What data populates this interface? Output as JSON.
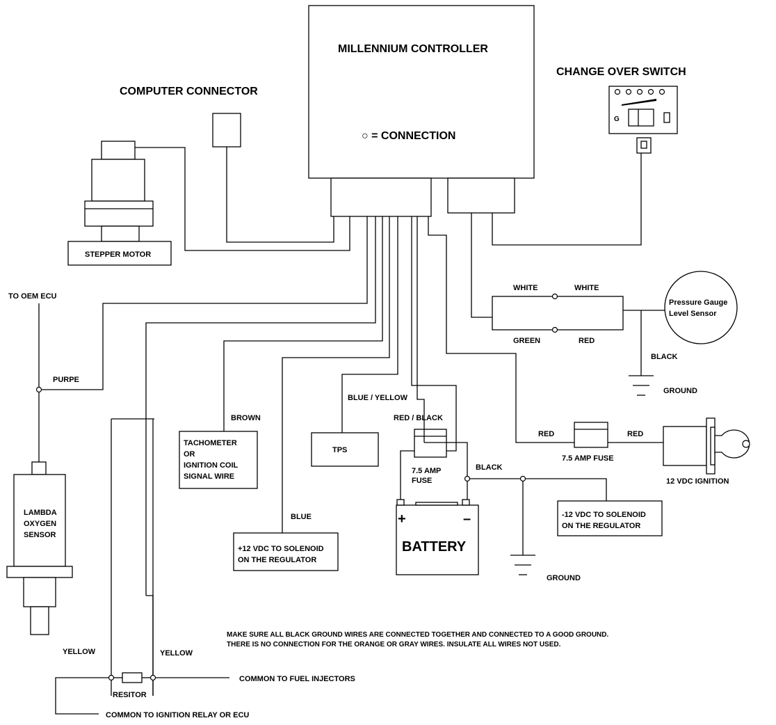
{
  "controller": {
    "title": "MILLENNIUM CONTROLLER",
    "legend": "○ = CONNECTION"
  },
  "computer_connector": {
    "title": "COMPUTER CONNECTOR"
  },
  "change_over_switch": {
    "title": "CHANGE OVER SWITCH",
    "ground_mark": "G"
  },
  "stepper_motor": {
    "label": "STEPPER MOTOR"
  },
  "oem": {
    "label": "TO OEM ECU"
  },
  "wires": {
    "purple": "PURPE",
    "brown": "BROWN",
    "blue": "BLUE",
    "blue_yellow": "BLUE / YELLOW",
    "red_black": "RED / BLACK",
    "black_battery": "BLACK",
    "red_left": "RED",
    "red_right": "RED",
    "white_left": "WHITE",
    "white_right": "WHITE",
    "green": "GREEN",
    "red_gauge": "RED",
    "black_gauge": "BLACK",
    "yellow_left": "YELLOW",
    "yellow_right": "YELLOW"
  },
  "lambda": {
    "line1": "LAMBDA",
    "line2": "OXYGEN",
    "line3": "SENSOR"
  },
  "tachometer": {
    "line1": "TACHOMETER",
    "line2": "OR",
    "line3": "IGNITION COIL",
    "line4": "SIGNAL WIRE"
  },
  "tps": {
    "label": "TPS"
  },
  "plus_solenoid": {
    "line1": "+12 VDC TO SOLENOID",
    "line2": "ON THE REGULATOR"
  },
  "minus_solenoid": {
    "line1": "-12 VDC TO SOLENOID",
    "line2": "ON THE REGULATOR"
  },
  "battery": {
    "label": "BATTERY",
    "plus": "+",
    "minus": "–"
  },
  "fuse_battery": {
    "line1": "7.5 AMP",
    "line2": "FUSE"
  },
  "fuse_ignition": {
    "label": "7.5 AMP FUSE"
  },
  "ignition": {
    "label": "12 VDC IGNITION"
  },
  "pressure_gauge": {
    "line1": "Pressure Gauge",
    "line2": "Level Sensor"
  },
  "ground_top": {
    "label": "GROUND"
  },
  "ground_bottom": {
    "label": "GROUND"
  },
  "resistor": {
    "label": "RESITOR"
  },
  "injectors": {
    "label": "COMMON TO FUEL INJECTORS"
  },
  "ignition_relay": {
    "label": "COMMON TO IGNITION RELAY OR ECU"
  },
  "notes": {
    "line1": "MAKE SURE ALL BLACK GROUND WIRES ARE CONNECTED TOGETHER AND CONNECTED TO A GOOD GROUND.",
    "line2": "THERE IS NO CONNECTION FOR THE ORANGE OR GRAY WIRES.  INSULATE ALL WIRES NOT USED."
  }
}
